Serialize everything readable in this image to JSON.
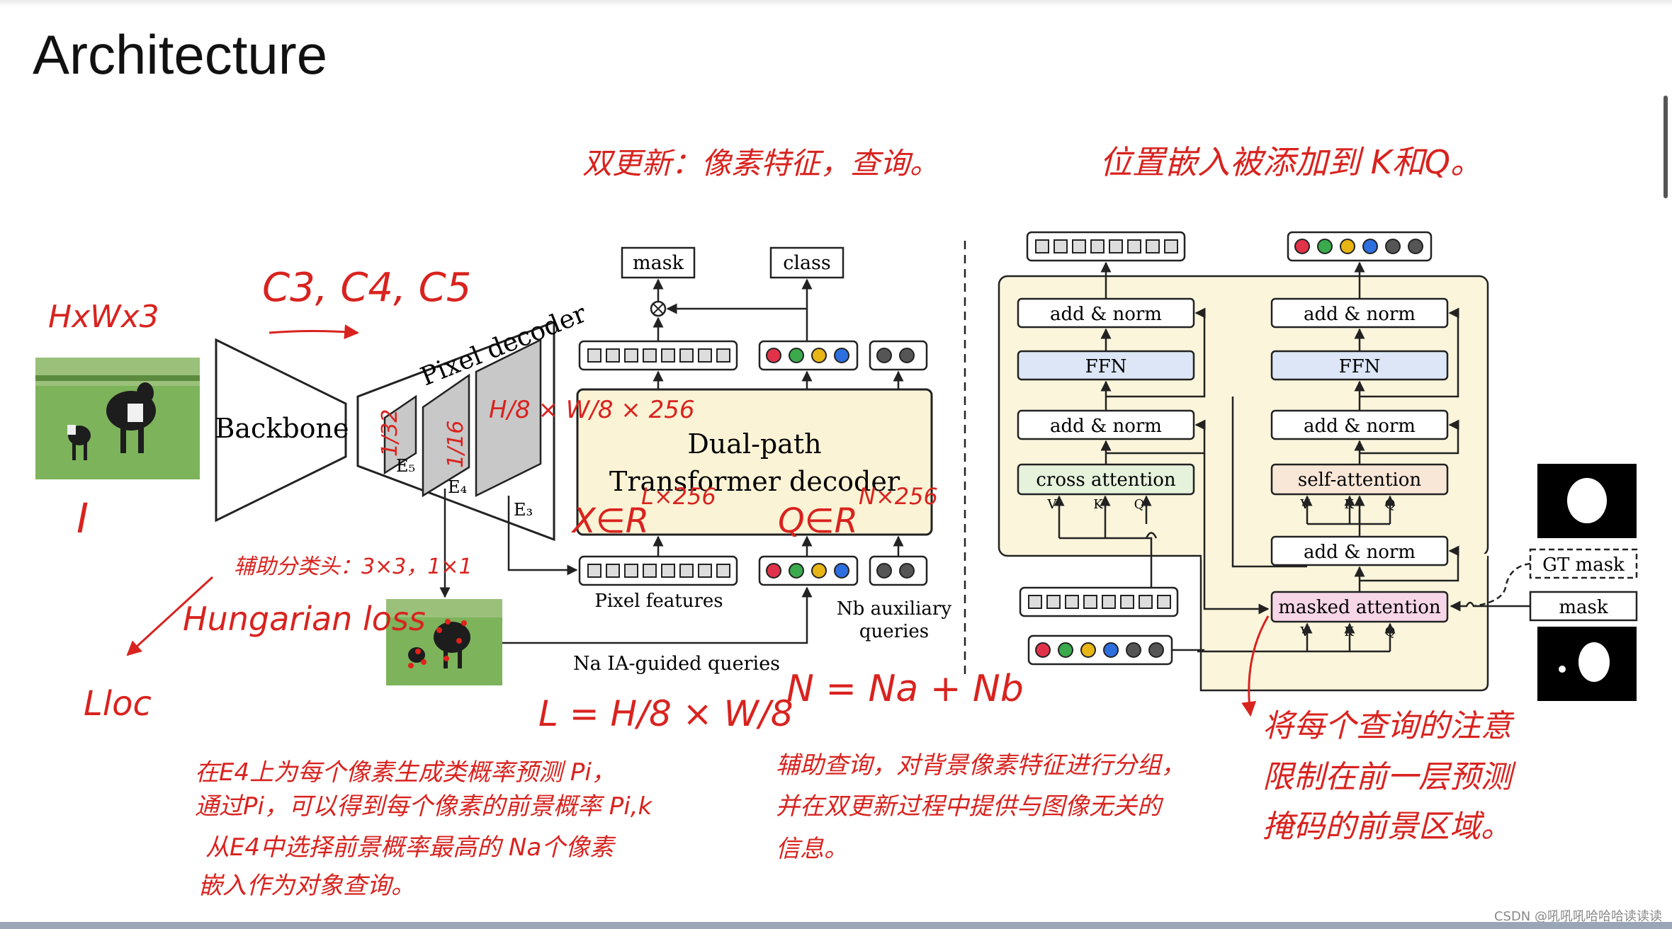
{
  "slide": {
    "title": "Architecture",
    "watermark": "CSDN @吼吼吼哈哈哈读读读"
  },
  "left": {
    "backbone": "Backbone",
    "pixel_decoder": "Pixel decoder",
    "e5": "E₅",
    "e4": "E₄",
    "e3": "E₃",
    "mask": "mask",
    "class": "class",
    "decoder_line1": "Dual-path",
    "decoder_line2": "Transformer decoder",
    "pixel_features": "Pixel features",
    "nb_aux_line1": "Nb auxiliary",
    "nb_aux_line2": "queries",
    "na_queries": "Na IA-guided queries"
  },
  "right": {
    "add_norm": "add & norm",
    "ffn": "FFN",
    "cross_attention": "cross attention",
    "self_attention": "self-attention",
    "masked_attention": "masked attention",
    "v": "V",
    "k": "K",
    "q": "Q",
    "gt_mask": "GT mask",
    "mask": "mask"
  },
  "annotations": {
    "hw3": "HxWx3",
    "c345": "C3, C4, C5",
    "i": "I",
    "dual_update": "双更新：像素特征，查询。",
    "pos_embed": "位置嵌入被添加到 K和Q。",
    "frac_32": "1/32",
    "frac_16": "1/16",
    "frac_8": "H/8 × W/8 × 256",
    "x_in": "X∈R",
    "x_dim": "L×256",
    "q_in": "Q∈R",
    "q_dim": "N×256",
    "aux_loss": "辅助分类头：3×3，1×1",
    "hungarian": "Hungarian loss",
    "lloc": "Lloc",
    "l_eq": "L = H/8 × W/8",
    "n_eq": "N = Na + Nb",
    "note_left": [
      "在E4上为每个像素生成类概率预测 Pi，",
      "通过Pi，可以得到每个像素的前景概率 Pi,k",
      "从E4中选择前景概率最高的 Na个像素",
      "嵌入作为对象查询。"
    ],
    "note_mid": [
      "辅助查询，对背景像素特征进行分组，",
      "并在双更新过程中提供与图像无关的",
      "信息。"
    ],
    "note_right": [
      "将每个查询的注意",
      "限制在前一层预测",
      "掩码的前景区域。"
    ]
  },
  "colors": {
    "decoder_fill": "#fbf3d5",
    "block_fill": "#fbf5dc",
    "ffn_fill": "#dce6f6",
    "cross_fill": "#e6f2dc",
    "self_fill": "#f8e6d7",
    "masked_fill": "#f7d6e8",
    "annotation": "#d8231f",
    "query_colors": [
      "#e0334a",
      "#3aaa4d",
      "#e7b514",
      "#2e6fe0",
      "#555555",
      "#555555"
    ]
  }
}
